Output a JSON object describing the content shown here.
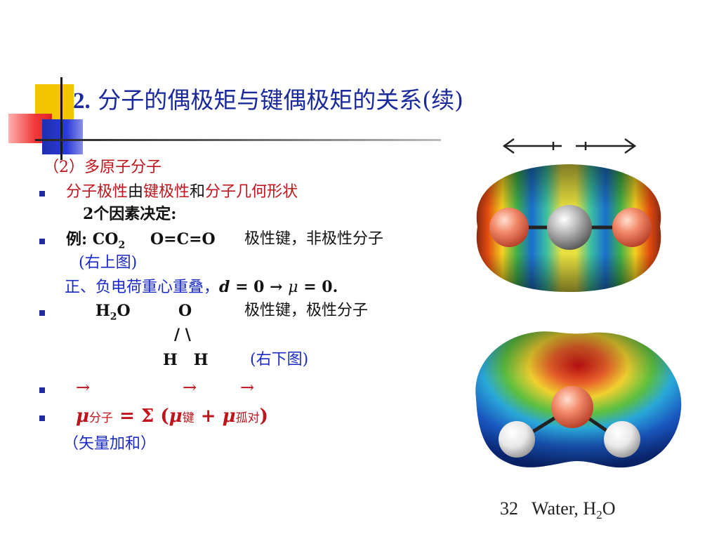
{
  "slide": {
    "title_number": "2.",
    "title_text": "分子的偶极矩与键偶极矩的关系(续)"
  },
  "content": {
    "section_heading": "（2）多原子分子",
    "b1_part1": "分子极性",
    "b1_part2": "由",
    "b1_part3": "键极性",
    "b1_part4": "和",
    "b1_part5": "分子几何形状",
    "b1_line2": "2个因素决定:",
    "b2_label": "例: CO",
    "b2_sub": "2",
    "b2_formula": "O=C=O",
    "b2_desc": "极性键，非极性分子",
    "b2_ref": "(右上图)",
    "b2_line3_text": "正、负电荷重心重叠，",
    "b2_line3_d": "d",
    "b2_line3_eq": " = 0 →  ",
    "b2_line3_mu": "μ",
    "b2_line3_end": " = 0.",
    "b3_h": "H",
    "b3_sub": "2",
    "b3_o_suffix": "O",
    "b3_o": "O",
    "b3_desc": "极性键，极性分子",
    "b3_bonds": "/  \\",
    "b3_hh": "H   H",
    "b3_ref": "(右下图)",
    "b4_arrow1": "→",
    "b4_arrow2": "→",
    "b4_arrow3": "→",
    "b5_mu1": "μ",
    "b5_sub1": "分子",
    "b5_eq": " = Σ (",
    "b5_mu2": "μ",
    "b5_sub2": "键",
    "b5_plus": " + ",
    "b5_mu3": "μ",
    "b5_sub3": "孤对",
    "b5_close": ")",
    "b5_note": "（矢量加和）"
  },
  "figure": {
    "caption_main": "32   Water, H",
    "caption_sub": "2",
    "caption_end": "O"
  },
  "colors": {
    "title": "#1a2a9c",
    "red_text": "#c0141c",
    "blue_text": "#1a2ac8",
    "bullet": "#1f2aa0"
  }
}
